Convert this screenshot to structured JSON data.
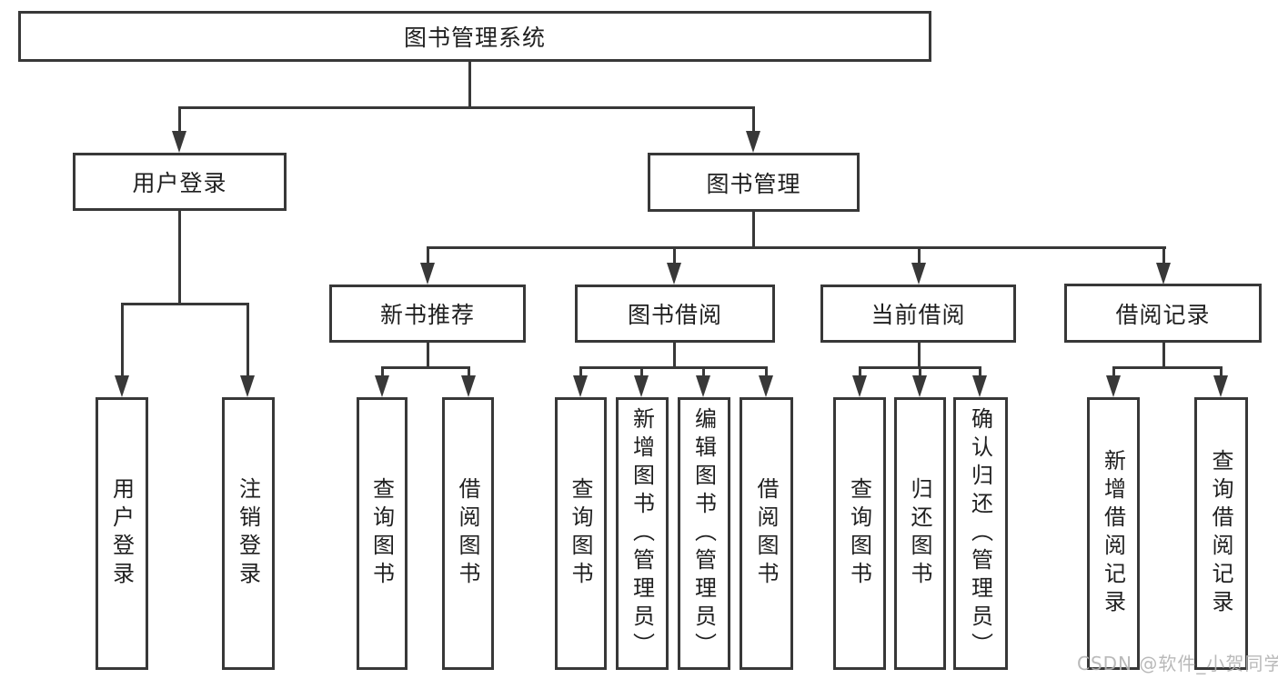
{
  "diagram": {
    "title": "图书管理系统",
    "type": "functional-structure-tree",
    "colors": {
      "line": "#383838",
      "text": "#1f1f1f",
      "background": "#ffffff",
      "watermark": "#b2b2b2"
    },
    "tree": {
      "label": "图书管理系统",
      "children": [
        {
          "label": "用户登录",
          "children": [
            {
              "label": "用户登录"
            },
            {
              "label": "注销登录"
            }
          ]
        },
        {
          "label": "图书管理",
          "children": [
            {
              "label": "新书推荐",
              "children": [
                {
                  "label": "查询图书"
                },
                {
                  "label": "借阅图书"
                }
              ]
            },
            {
              "label": "图书借阅",
              "children": [
                {
                  "label": "查询图书"
                },
                {
                  "label": "新增图书（管理员）"
                },
                {
                  "label": "编辑图书（管理员）"
                },
                {
                  "label": "借阅图书"
                }
              ]
            },
            {
              "label": "当前借阅",
              "children": [
                {
                  "label": "查询图书"
                },
                {
                  "label": "归还图书"
                },
                {
                  "label": "确认归还（管理员）"
                }
              ]
            },
            {
              "label": "借阅记录",
              "children": [
                {
                  "label": "新增借阅记录"
                },
                {
                  "label": "查询借阅记录"
                }
              ]
            }
          ]
        }
      ]
    },
    "watermark": {
      "text": "CSDN @软件_小贺同学"
    }
  }
}
